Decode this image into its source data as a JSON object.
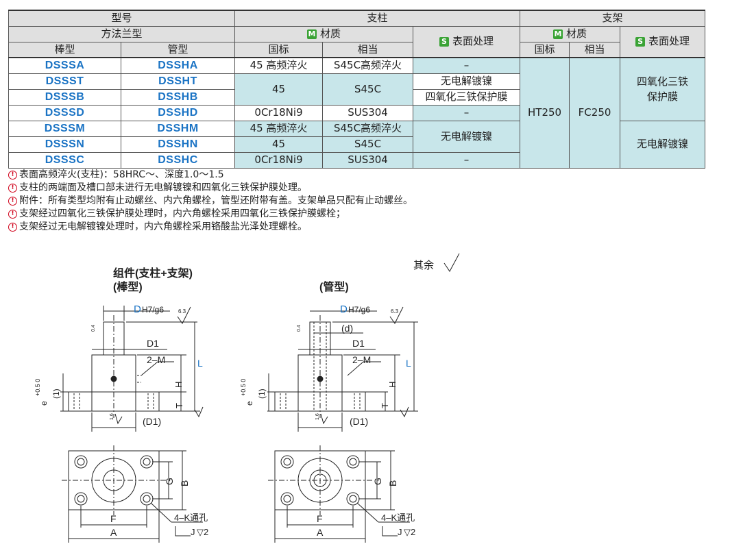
{
  "table": {
    "header": {
      "model": "型号",
      "post": "支柱",
      "bracket": "支架",
      "flange_type": "方法兰型",
      "material": "材质",
      "surface": "表面处理",
      "m_icon": "M",
      "s_icon": "S",
      "rod_type": "棒型",
      "tube_type": "管型",
      "gb": "国标",
      "equiv": "相当"
    },
    "rows": [
      {
        "rod": "DSSSA",
        "tube": "DSSHA"
      },
      {
        "rod": "DSSST",
        "tube": "DSSHT"
      },
      {
        "rod": "DSSSB",
        "tube": "DSSHB"
      },
      {
        "rod": "DSSSD",
        "tube": "DSSHD"
      },
      {
        "rod": "DSSSM",
        "tube": "DSSHM"
      },
      {
        "rod": "DSSSN",
        "tube": "DSSHN"
      },
      {
        "rod": "DSSSC",
        "tube": "DSSHC"
      }
    ],
    "post_cells": {
      "r1_gb": "45 高频淬火",
      "r1_eq": "S45C高频淬火",
      "r1_sf": "–",
      "r23_gb": "45",
      "r23_eq": "S45C",
      "r2_sf": "无电解镀镍",
      "r3_sf": "四氧化三铁保护膜",
      "r4_gb": "0Cr18Ni9",
      "r4_eq": "SUS304",
      "r4_sf": "–",
      "r5_gb": "45 高频淬火",
      "r5_eq": "S45C高频淬火",
      "r56_sf": "无电解镀镍",
      "r6_gb": "45",
      "r6_eq": "S45C",
      "r7_gb": "0Cr18Ni9",
      "r7_eq": "SUS304",
      "r7_sf": "–"
    },
    "bracket_cells": {
      "gb": "HT250",
      "eq": "FC250",
      "sf_top": "四氧化三铁保护膜",
      "sf_bottom": "无电解镀镍"
    }
  },
  "notes": [
    "表面高频淬火(支柱)：58HRC～、深度1.0～1.5",
    "支柱的两端面及槽口部未进行无电解镀镍和四氧化三铁保护膜处理。",
    "附件：所有类型均附有止动螺丝、内六角螺栓，管型还附带有盖。支架单品只配有止动螺丝。",
    "支架经过四氧化三铁保护膜处理时，内六角螺栓采用四氧化三铁保护膜螺栓；",
    "支架经过无电解镀镍处理时，内六角螺栓采用铬酸盐光泽处理螺栓。"
  ],
  "note_icon": "!",
  "drawing": {
    "rest_roughness": "其余",
    "assembly_title": "组件(支柱+支架)",
    "rod_label": "(棒型)",
    "tube_label": "(管型)",
    "dim_D": "D",
    "dim_fit": "H7/g6",
    "dim_d": "(d)",
    "dim_D1": "D1",
    "dim_D1p": "(D1)",
    "dim_2M": "2–M",
    "dim_L": "L",
    "dim_H": "H",
    "dim_T": "T",
    "dim_1": "(1)",
    "dim_e": "e",
    "dim_tol": "+0.5 0",
    "rough_63": "6.3",
    "rough_16": "1.6",
    "rough_04": "0.4",
    "dim_G": "G",
    "dim_B": "B",
    "dim_F": "F",
    "dim_A": "A",
    "dim_4K": "4–K通孔",
    "dim_J": "J",
    "dim_J2": "▽2",
    "accent_blue": "#1a73c4",
    "accent_green": "#3aa335",
    "cyan_bg": "#c8e6ea"
  }
}
